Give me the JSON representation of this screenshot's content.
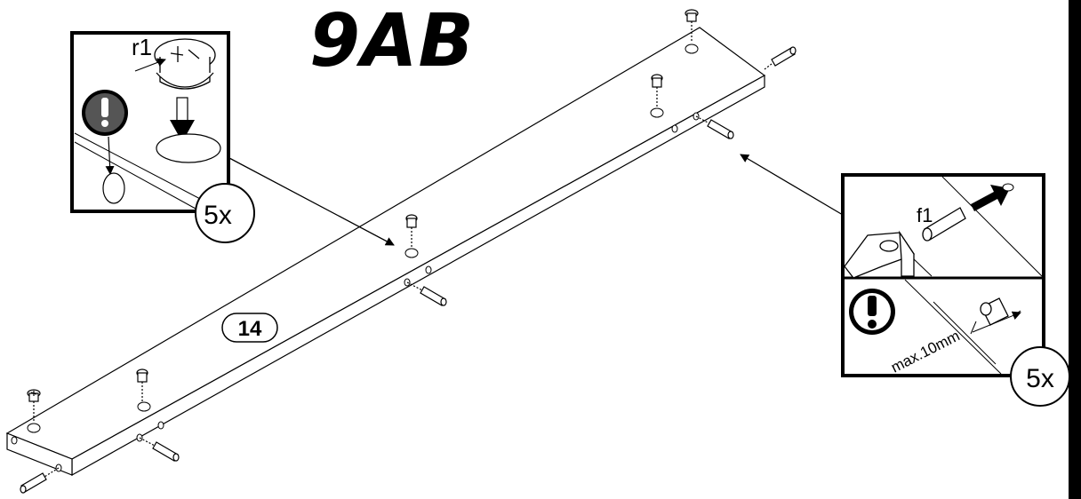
{
  "step": {
    "title": "9AB"
  },
  "panel": {
    "part_number": "14"
  },
  "cam_detail": {
    "part_label": "r1",
    "quantity": "5x",
    "warning_icon": "exclamation-icon",
    "arrow_icon": "down-arrow-icon"
  },
  "dowel_detail": {
    "part_label": "f1",
    "quantity": "5x",
    "max_depth": "max.10mm",
    "warning_icon": "exclamation-icon",
    "arrow_icon": "insert-arrow-icon"
  }
}
